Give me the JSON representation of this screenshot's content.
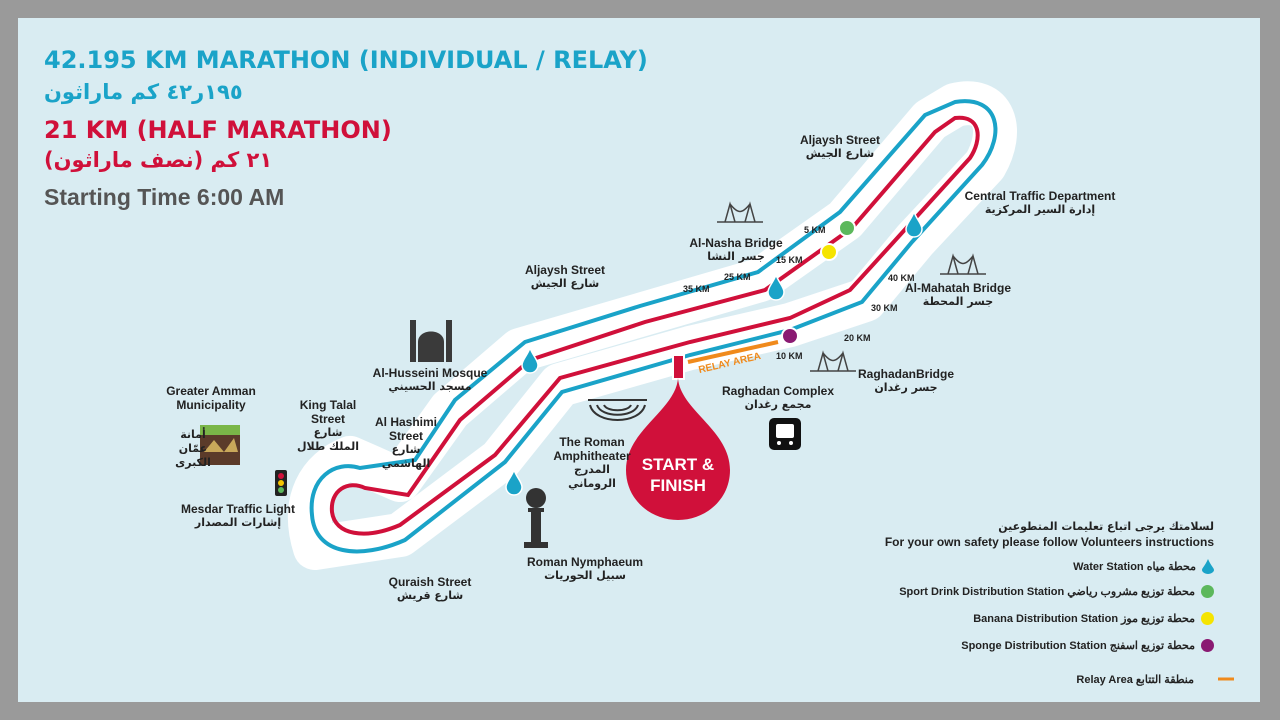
{
  "header": {
    "title_full": "42.195 KM MARATHON (INDIVIDUAL / RELAY)",
    "title_full_ar": "١٩٥ر٤٢ كم ماراثون",
    "title_half": "21 KM (HALF MARATHON)",
    "title_half_ar": "٢١ كم (نصف ماراثون)",
    "start_time": "Starting Time 6:00 AM"
  },
  "colors": {
    "full_route": "#1aa3c8",
    "half_route": "#d0103a",
    "water": "#1aa3c8",
    "sport": "#5cb85c",
    "banana": "#f5e400",
    "sponge": "#8a1a72",
    "relay": "#f08a1c"
  },
  "labels": {
    "aljaysh_top_en": "Aljaysh Street",
    "aljaysh_top_ar": "شارع الجيش",
    "central_en": "Central Traffic Department",
    "central_ar": "إدارة السير المركزية",
    "nasha_en": "Al-Nasha Bridge",
    "nasha_ar": "جسر النشا",
    "aljaysh_mid_en": "Aljaysh Street",
    "aljaysh_mid_ar": "شارع الجيش",
    "mahatah_en": "Al-Mahatah Bridge",
    "mahatah_ar": "جسر المحطة",
    "raghadan_bridge_en": "RaghadanBridge",
    "raghadan_bridge_ar": "جسر رغدان",
    "raghadan_complex_en": "Raghadan Complex",
    "raghadan_complex_ar": "مجمع رغدان",
    "husseini_en": "Al-Husseini Mosque",
    "husseini_ar": "مسجد الحسيني",
    "gam_en_1": "Greater Amman",
    "gam_en_2": "Municipality",
    "gam_logo_ar_1": "أمانة",
    "gam_logo_ar_2": "عمّان",
    "gam_logo_ar_3": "الكبرى",
    "king_talal_en_1": "King Talal",
    "king_talal_en_2": "Street",
    "king_talal_ar_1": "شارع",
    "king_talal_ar_2": "الملك طلال",
    "hashimi_en_1": "Al Hashimi",
    "hashimi_en_2": "Street",
    "hashimi_ar_1": "شارع",
    "hashimi_ar_2": "الهاشمي",
    "amph_en_1": "The Roman",
    "amph_en_2": "Amphitheater",
    "amph_ar_1": "المدرج",
    "amph_ar_2": "الروماني",
    "start_1": "START &",
    "start_2": "FINISH",
    "relay_area": "RELAY AREA",
    "mesdar_en": "Mesdar Traffic Light",
    "mesdar_ar": "إشارات المصدار",
    "nymph_en": "Roman Nymphaeum",
    "nymph_ar": "سبيل الحوريات",
    "quraish_en": "Quraish Street",
    "quraish_ar": "شارع قريش"
  },
  "km_markers": {
    "k5": "5 KM",
    "k15": "15 KM",
    "k25": "25 KM",
    "k35": "35 KM",
    "k40": "40 KM",
    "k30": "30 KM",
    "k20": "20 KM",
    "k10": "10 KM"
  },
  "legend": {
    "note_ar": "لسلامتك يرجى اتباع تعليمات المتطوعين",
    "note_en": "For your own safety please follow Volunteers instructions",
    "water": "Water Station  محطة مياه",
    "sport": "Sport Drink Distribution Station  محطة توزيع مشروب رياضي",
    "banana": "Banana Distribution Station  محطة توزيع موز",
    "sponge": "Sponge Distribution Station  محطة توزيع اسفنج",
    "relay": "Relay Area  منطقة التتابع"
  }
}
